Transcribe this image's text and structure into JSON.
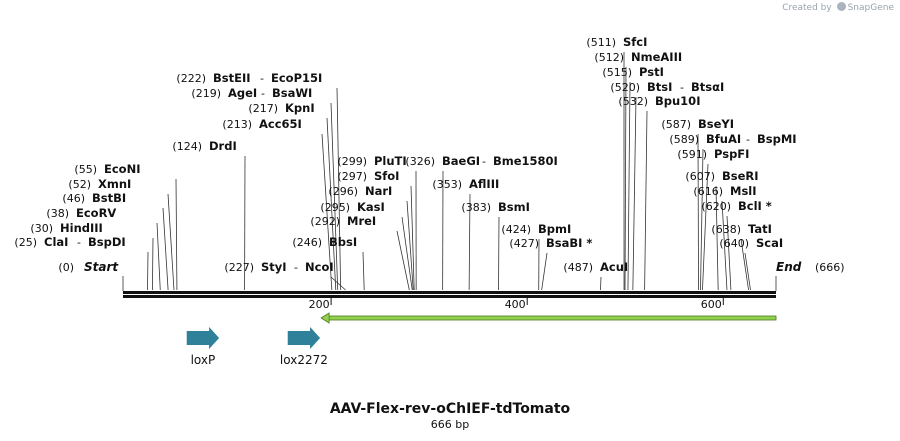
{
  "credit": {
    "prefix": "Created by",
    "brand": "SnapGene"
  },
  "map": {
    "name": "AAV-Flex-rev-oChIEF-tdTomato",
    "length_text": "666 bp",
    "length": 666,
    "ends": {
      "start_pos": "(0)",
      "start_label": "Start",
      "end_label": "End",
      "end_pos": "(666)"
    },
    "ticks": [
      {
        "value": 200,
        "label": "200"
      },
      {
        "value": 400,
        "label": "400"
      },
      {
        "value": 600,
        "label": "600"
      }
    ],
    "sites": [
      {
        "id": "ClaI",
        "pos": "(25)",
        "names": [
          "ClaI",
          "BspDI"
        ],
        "cut": 25
      },
      {
        "id": "HindIII",
        "pos": "(30)",
        "names": [
          "HindIII"
        ],
        "cut": 30
      },
      {
        "id": "EcoRV",
        "pos": "(38)",
        "names": [
          "EcoRV"
        ],
        "cut": 38
      },
      {
        "id": "BstBI",
        "pos": "(46)",
        "names": [
          "BstBI"
        ],
        "cut": 46
      },
      {
        "id": "XmnI",
        "pos": "(52)",
        "names": [
          "XmnI"
        ],
        "cut": 52
      },
      {
        "id": "EcoNI",
        "pos": "(55)",
        "names": [
          "EcoNI"
        ],
        "cut": 55
      },
      {
        "id": "DrdI",
        "pos": "(124)",
        "names": [
          "DrdI"
        ],
        "cut": 124
      },
      {
        "id": "Acc65I",
        "pos": "(213)",
        "names": [
          "Acc65I"
        ],
        "cut": 213
      },
      {
        "id": "KpnI",
        "pos": "(217)",
        "names": [
          "KpnI"
        ],
        "cut": 217
      },
      {
        "id": "AgeI",
        "pos": "(219)",
        "names": [
          "AgeI",
          "BsaWI"
        ],
        "cut": 219
      },
      {
        "id": "BstEII",
        "pos": "(222)",
        "names": [
          "BstEII",
          "EcoP15I"
        ],
        "cut": 222
      },
      {
        "id": "StyI",
        "pos": "(227)",
        "names": [
          "StyI",
          "NcoI"
        ],
        "cut": 227
      },
      {
        "id": "BbsI",
        "pos": "(246)",
        "names": [
          "BbsI"
        ],
        "cut": 246
      },
      {
        "id": "MreI",
        "pos": "(292)",
        "names": [
          "MreI"
        ],
        "cut": 292
      },
      {
        "id": "KasI",
        "pos": "(295)",
        "names": [
          "KasI"
        ],
        "cut": 295
      },
      {
        "id": "NarI",
        "pos": "(296)",
        "names": [
          "NarI"
        ],
        "cut": 296
      },
      {
        "id": "SfoI",
        "pos": "(297)",
        "names": [
          "SfoI"
        ],
        "cut": 297
      },
      {
        "id": "PluTI",
        "pos": "(299)",
        "names": [
          "PluTI"
        ],
        "cut": 299
      },
      {
        "id": "BaeGI",
        "pos": "(326)",
        "names": [
          "BaeGI",
          "Bme1580I"
        ],
        "cut": 326
      },
      {
        "id": "AflIII",
        "pos": "(353)",
        "names": [
          "AflIII"
        ],
        "cut": 353
      },
      {
        "id": "BsmI",
        "pos": "(383)",
        "names": [
          "BsmI"
        ],
        "cut": 383
      },
      {
        "id": "BpmI",
        "pos": "(424)",
        "names": [
          "BpmI"
        ],
        "cut": 424
      },
      {
        "id": "BsaBI",
        "pos": "(427)",
        "names": [
          "BsaBI *"
        ],
        "cut": 427
      },
      {
        "id": "AcuI",
        "pos": "(487)",
        "names": [
          "AcuI"
        ],
        "cut": 487
      },
      {
        "id": "SfcI",
        "pos": "(511)",
        "names": [
          "SfcI"
        ],
        "cut": 511
      },
      {
        "id": "NmeAIII",
        "pos": "(512)",
        "names": [
          "NmeAIII"
        ],
        "cut": 512
      },
      {
        "id": "PstI",
        "pos": "(515)",
        "names": [
          "PstI"
        ],
        "cut": 515
      },
      {
        "id": "BtsI",
        "pos": "(520)",
        "names": [
          "BtsI",
          "BtsαI"
        ],
        "cut": 520
      },
      {
        "id": "Bpu10I",
        "pos": "(532)",
        "names": [
          "Bpu10I"
        ],
        "cut": 532
      },
      {
        "id": "BseYI",
        "pos": "(587)",
        "names": [
          "BseYI"
        ],
        "cut": 587
      },
      {
        "id": "BfuAI",
        "pos": "(589)",
        "names": [
          "BfuAI",
          "BspMI"
        ],
        "cut": 589
      },
      {
        "id": "PspFI",
        "pos": "(591)",
        "names": [
          "PspFI"
        ],
        "cut": 591
      },
      {
        "id": "BseRI",
        "pos": "(607)",
        "names": [
          "BseRI"
        ],
        "cut": 607
      },
      {
        "id": "MslI",
        "pos": "(616)",
        "names": [
          "MslI"
        ],
        "cut": 616
      },
      {
        "id": "BclI",
        "pos": "(620)",
        "names": [
          "BclI *"
        ],
        "cut": 620
      },
      {
        "id": "TatI",
        "pos": "(638)",
        "names": [
          "TatI"
        ],
        "cut": 638
      },
      {
        "id": "ScaI",
        "pos": "(640)",
        "names": [
          "ScaI"
        ],
        "cut": 640
      }
    ],
    "features": [
      {
        "name": "loxP",
        "start": 65,
        "end": 98,
        "direction": "forward",
        "color": "#2f8099"
      },
      {
        "name": "lox2272",
        "start": 168,
        "end": 201,
        "direction": "forward",
        "color": "#2f8099"
      }
    ],
    "orf": {
      "start": 199,
      "end": 666,
      "direction": "reverse",
      "color": "#92d050"
    }
  }
}
